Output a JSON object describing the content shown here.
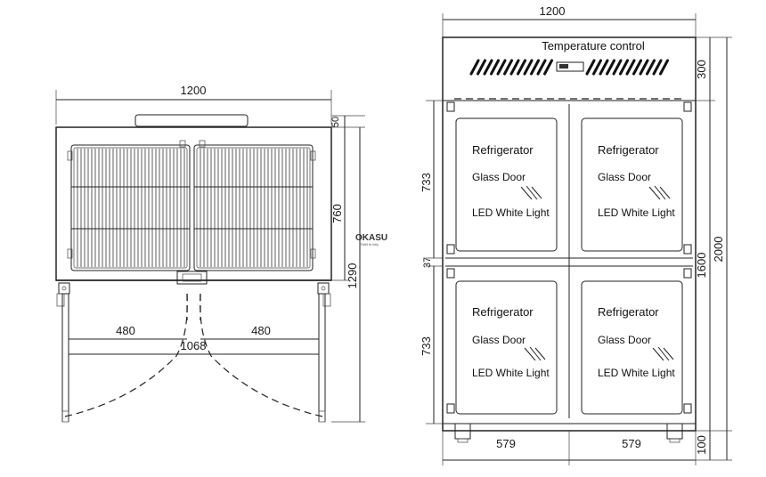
{
  "top_view": {
    "width_total": "1200",
    "depth_top": "50",
    "depth_body": "760",
    "depth_open": "1290",
    "door_left": "480",
    "door_right": "480",
    "door_span": "1068"
  },
  "front_view": {
    "width_total": "1200",
    "controller_label": "Temperature control",
    "height_top": "300",
    "height_door_upper": "733",
    "gap": "37",
    "height_door_lower": "733",
    "height_body": "1600",
    "height_total": "2000",
    "height_feet": "100",
    "width_left": "579",
    "width_right": "579",
    "panels": [
      {
        "title": "Refrigerator",
        "line1": "Glass Door",
        "line2": "LED White Light"
      },
      {
        "title": "Refrigerator",
        "line1": "Glass Door",
        "line2": "LED White Light"
      },
      {
        "title": "Refrigerator",
        "line1": "Glass Door",
        "line2": "LED White Light"
      },
      {
        "title": "Refrigerator",
        "line1": "Glass Door",
        "line2": "LED White Light"
      }
    ]
  },
  "watermark": {
    "brand": "OKASU",
    "tagline": "Thiết bị bếp"
  }
}
